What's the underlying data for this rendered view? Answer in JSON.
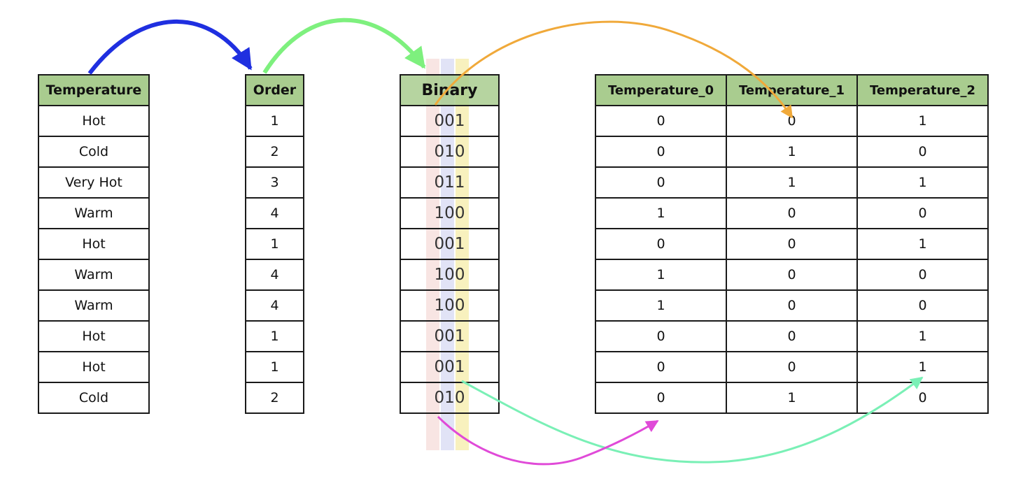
{
  "temperature_table": {
    "header": "Temperature",
    "rows": [
      "Hot",
      "Cold",
      "Very Hot",
      "Warm",
      "Hot",
      "Warm",
      "Warm",
      "Hot",
      "Hot",
      "Cold"
    ]
  },
  "order_table": {
    "header": "Order",
    "rows": [
      "1",
      "2",
      "3",
      "4",
      "1",
      "4",
      "4",
      "1",
      "1",
      "2"
    ]
  },
  "binary_table": {
    "header": "Binary",
    "rows": [
      "001",
      "010",
      "011",
      "100",
      "001",
      "100",
      "100",
      "001",
      "001",
      "010"
    ]
  },
  "encoded_table": {
    "headers": [
      "Temperature_0",
      "Temperature_1",
      "Temperature_2"
    ],
    "rows": [
      [
        "0",
        "0",
        "1"
      ],
      [
        "0",
        "1",
        "0"
      ],
      [
        "0",
        "1",
        "1"
      ],
      [
        "1",
        "0",
        "0"
      ],
      [
        "0",
        "0",
        "1"
      ],
      [
        "1",
        "0",
        "0"
      ],
      [
        "1",
        "0",
        "0"
      ],
      [
        "0",
        "0",
        "1"
      ],
      [
        "0",
        "0",
        "1"
      ],
      [
        "0",
        "1",
        "0"
      ]
    ]
  },
  "colors": {
    "header_fill": "#a9cc8f",
    "arrow_blue": "#1f2fe0",
    "arrow_green": "#7ef07e",
    "arrow_orange": "#f0a93a",
    "arrow_teal": "#7af0b6",
    "arrow_magenta": "#e04ad8",
    "bit_band_0": "#f3d6d3",
    "bit_band_1": "#d6d8f2",
    "bit_band_2": "#f8f0b8"
  }
}
